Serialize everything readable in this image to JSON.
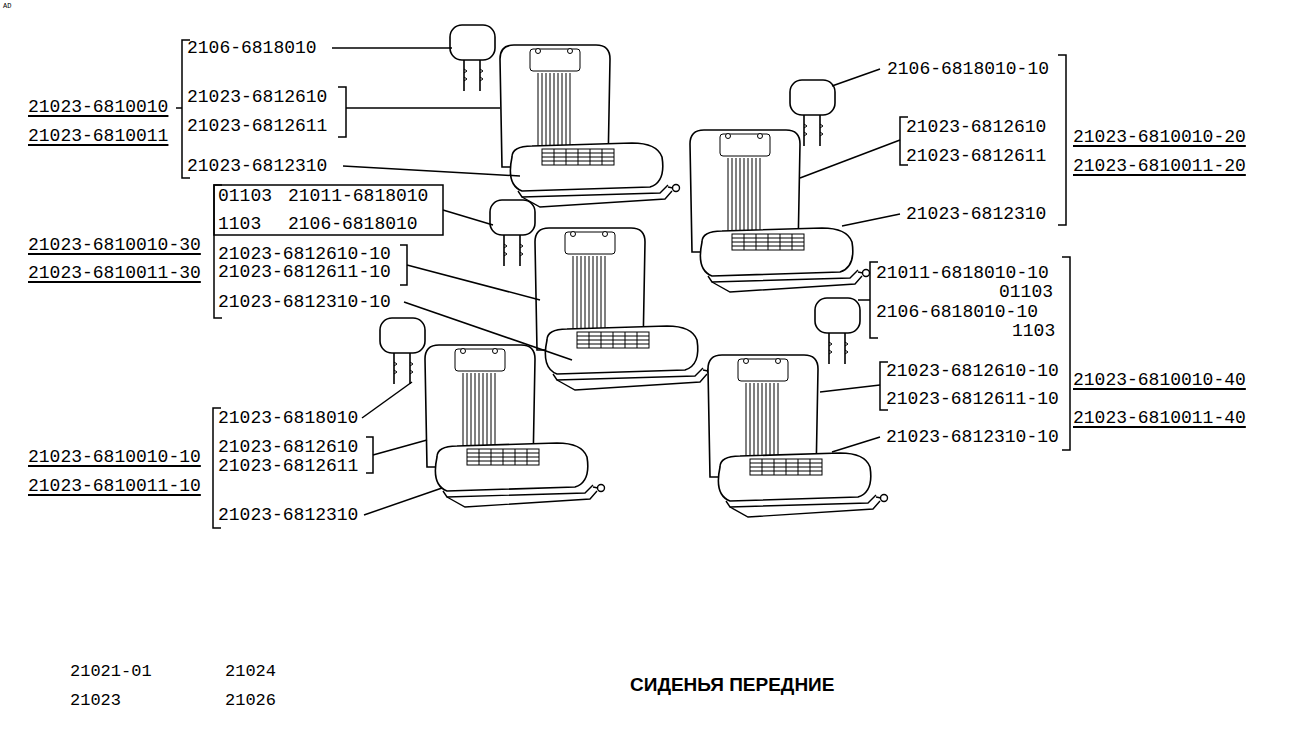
{
  "diagram": {
    "title": "СИДЕНЬЯ ПЕРЕДНИЕ",
    "labels": [
      "AD",
      "2106-6818010",
      "21023-6810010",
      "21023-6812610",
      "21023-6812611",
      "21023-6810011",
      "21023-6812310",
      "2106-6818010-10",
      "21023-6812610",
      "21023-6810010-20",
      "21023-6812611",
      "21023-6810011-20",
      "21023-6812310",
      "01103",
      "21011-6818010",
      "1103",
      "2106-6818010",
      "21023-6810010-30",
      "21023-6812610-10",
      "21023-6812611-10",
      "21023-6810011-30",
      "21023-6812310-10",
      "21011-6818010-10",
      "01103",
      "2106-6818010-10",
      "1103",
      "21023-6812610-10",
      "21023-6810010-40",
      "21023-6812611-10",
      "21023-6810011-40",
      "21023-6812310-10",
      "21023-6818010",
      "21023-6812610",
      "21023-6810010-10",
      "21023-6812611",
      "21023-6810011-10",
      "21023-6812310",
      "21021-01",
      "21024",
      "21023",
      "21026"
    ]
  }
}
